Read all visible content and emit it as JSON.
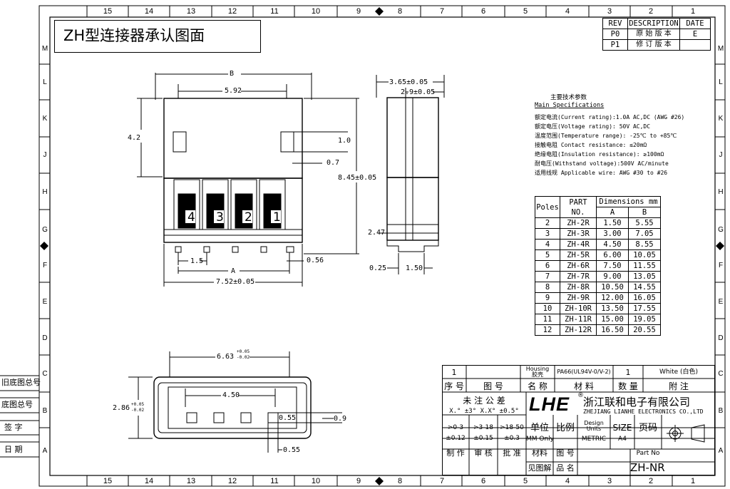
{
  "title": "ZH型连接器承认图面",
  "zones": {
    "columns": [
      "15",
      "14",
      "13",
      "12",
      "11",
      "10",
      "9",
      "8",
      "7",
      "6",
      "5",
      "4",
      "3",
      "2",
      "1"
    ],
    "rows": [
      "M",
      "L",
      "K",
      "J",
      "H",
      "G",
      "F",
      "E",
      "D",
      "C",
      "B",
      "A"
    ]
  },
  "rev_table": {
    "headers": [
      "REV",
      "DESCRIPTION",
      "DATE"
    ],
    "rows": [
      [
        "P0",
        "原 始 版 本",
        "E"
      ],
      [
        "P1",
        "修 订 版 本",
        ""
      ]
    ]
  },
  "front_view": {
    "dim_B": "B",
    "dim_592": "5.92",
    "dim_42": "4.2",
    "dim_10": "1.0",
    "dim_07": "0.7",
    "dim_845": "8.45±0.05",
    "pin_numbers": [
      "4",
      "3",
      "2",
      "1"
    ],
    "dim_15": "1.5",
    "dim_056": "0.56",
    "dim_A": "A",
    "dim_752": "7.52±0.05"
  },
  "side_view": {
    "dim_365": "3.65±0.05",
    "dim_29": "2.9±0.05",
    "dim_247": "2.47",
    "dim_025": "0.25",
    "dim_150": "1.50"
  },
  "bottom_view": {
    "dim_663": "6.63",
    "dim_663_tol_up": "+0.05",
    "dim_663_tol_dn": "-0.02",
    "dim_450": "4.50",
    "dim_286": "2.86",
    "dim_286_tol_up": "+0.05",
    "dim_286_tol_dn": "-0.02",
    "dim_055a": "0.55",
    "dim_09": "0.9",
    "dim_055b": "0.55"
  },
  "specs": {
    "title_cn": "主要技术参数",
    "title_en": "Main Specifications",
    "lines": [
      "额定电流(Current rating):1.0A AC,DC (AWG #26)",
      "额定电压(Voltage rating): 50V AC,DC",
      "温度范围(Temperature range): -25℃ to +85℃",
      "接触电阻 Contact resistance: ≤20mΩ",
      "绝缘电阻(Insulation resistance): ≥100mΩ",
      "耐电压(Withstand voltage):500V AC/minute",
      "适用线规 Applicable wire: AWG #30 to #26"
    ]
  },
  "dim_table": {
    "h_poles": "Poles",
    "h_part": "PART NO.",
    "h_dims": "Dimensions mm",
    "h_a": "A",
    "h_b": "B",
    "rows": [
      [
        "2",
        "ZH-2R",
        "1.50",
        "5.55"
      ],
      [
        "3",
        "ZH-3R",
        "3.00",
        "7.05"
      ],
      [
        "4",
        "ZH-4R",
        "4.50",
        "8.55"
      ],
      [
        "5",
        "ZH-5R",
        "6.00",
        "10.05"
      ],
      [
        "6",
        "ZH-6R",
        "7.50",
        "11.55"
      ],
      [
        "7",
        "ZH-7R",
        "9.00",
        "13.05"
      ],
      [
        "8",
        "ZH-8R",
        "10.50",
        "14.55"
      ],
      [
        "9",
        "ZH-9R",
        "12.00",
        "16.05"
      ],
      [
        "10",
        "ZH-10R",
        "13.50",
        "17.55"
      ],
      [
        "11",
        "ZH-11R",
        "15.00",
        "19.05"
      ],
      [
        "12",
        "ZH-12R",
        "16.50",
        "20.55"
      ]
    ]
  },
  "title_block": {
    "row1_no": "1",
    "row1_name": "Housing 胶壳",
    "row1_name_en": "Housing",
    "row1_name_cn": "胶壳",
    "row1_material": "PA66(UL94V-0/V-2)",
    "row1_qty": "1",
    "row1_note": "White (白色)",
    "h_seq": "序 号",
    "h_drawing_no": "图   号",
    "h_name": "名 称",
    "h_material": "材   料",
    "h_qty": "数 量",
    "h_note": "附   注",
    "tol_title": "未 注 公 差",
    "tol_angle": "X.° ±3° X.X° ±0.5°",
    "tol_r1": ">0-3",
    "tol_r2": ">3-18",
    "tol_r3": ">18-50",
    "tol_v1": "±0.12",
    "tol_v2": "±0.15",
    "tol_v3": "±0.3",
    "logo": "LHE",
    "company_cn": "浙江联和电子有限公司",
    "company_en": "ZHEJIANG LIANHE ELECTRONICS CO.,LTD",
    "unit_label": "单位",
    "scale_label": "比例",
    "design_units": "Design Units",
    "size_label": "SIZE",
    "page_label": "页码",
    "unit_value": "MM Only",
    "metric": "METRIC",
    "size_value": "A4",
    "made": "制 作",
    "review": "审 核",
    "approve": "批 准",
    "material_label": "材料",
    "drawing_label": "图 号",
    "part_no_label": "Part No",
    "see_drawing": "见图解",
    "product_name": "品 名",
    "part_no_value": "ZH-NR"
  },
  "side_labels": [
    "旧底图总号",
    "底图总号",
    "签 字",
    "日 期"
  ]
}
